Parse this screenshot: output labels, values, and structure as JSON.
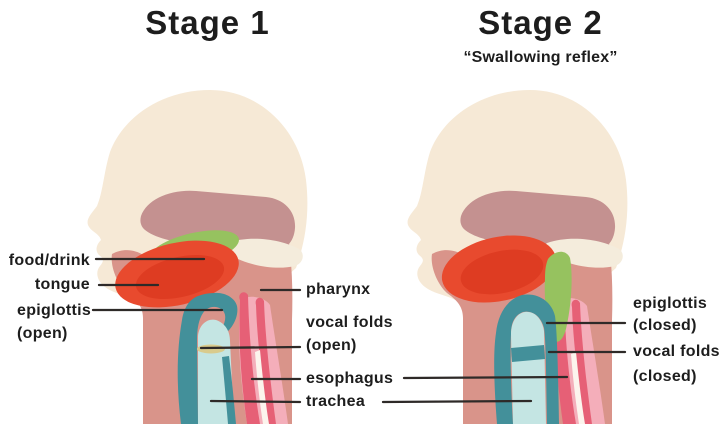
{
  "stage1": {
    "title": "Stage 1",
    "labels": {
      "food_drink": "food/drink",
      "tongue": "tongue",
      "epiglottis": "epiglottis",
      "epiglottis_state": "(open)",
      "pharynx": "pharynx",
      "vocal_folds": "vocal folds",
      "vocal_folds_state": "(open)"
    }
  },
  "stage2": {
    "title": "Stage 2",
    "subtitle": "“Swallowing reflex”",
    "labels": {
      "epiglottis": "epiglottis",
      "epiglottis_state": "(closed)",
      "vocal_folds": "vocal folds",
      "vocal_folds_state": "(closed)"
    }
  },
  "shared_labels": {
    "esophagus": "esophagus",
    "trachea": "trachea"
  },
  "colors": {
    "background": "#ffffff",
    "text": "#1d1d1d",
    "line": "#2e2a28",
    "skin_cream": "#f6e9d6",
    "palate_cream": "#f4ecdc",
    "mouth_mauve": "#c49190",
    "neck_pink": "#d9948a",
    "tongue_red": "#e84a2e",
    "tongue_red_dark": "#de3c22",
    "bolus_green": "#96c25f",
    "larynx_teal": "#43909a",
    "trachea_blue": "#c4e5e3",
    "vocal_fold_tan": "#d9cb8d",
    "esophagus_pink": "#e66076",
    "esophagus_light": "#f4aeba",
    "esophagus_white": "#fcf4ed"
  }
}
